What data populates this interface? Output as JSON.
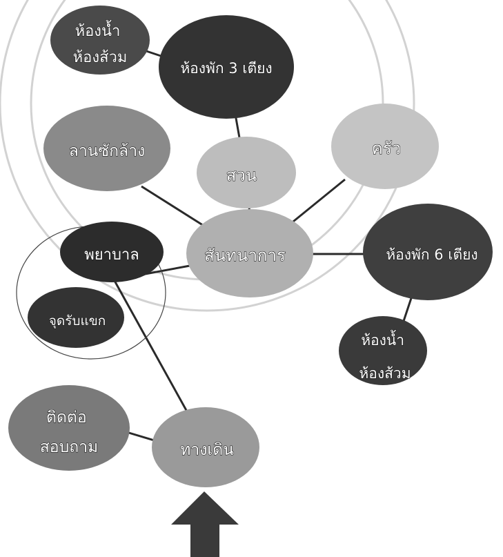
{
  "diagram": {
    "nodes": {
      "bathroom_top": {
        "lines": [
          "ห้องน้ำ",
          "ห้องส้วม"
        ],
        "fill": "#4a4a4a"
      },
      "bedroom3": {
        "lines": [
          "ห้องพัก 3 เตียง"
        ],
        "fill": "#333333"
      },
      "courtyard": {
        "lines": [
          "ลานซักล้าง"
        ],
        "fill": "#8a8a8a"
      },
      "garden": {
        "lines": [
          "สวน"
        ],
        "fill": "#bdbdbd"
      },
      "kitchen": {
        "lines": [
          "ครัว"
        ],
        "fill": "#c4c4c4"
      },
      "recreation": {
        "lines": [
          "สันทนาการ"
        ],
        "fill": "#b0b0b0"
      },
      "bedroom6": {
        "lines": [
          "ห้องพัก 6 เตียง"
        ],
        "fill": "#3f3f3f"
      },
      "bathroom_right": {
        "lines": [
          "ห้องน้ำ",
          "ห้องส้วม"
        ],
        "fill": "#3a3a3a"
      },
      "nurse": {
        "lines": [
          "พยาบาล"
        ],
        "fill": "#2c2c2c"
      },
      "doctor": {
        "lines": [
          "จุดรับแขก"
        ],
        "fill": "#333333"
      },
      "contact": {
        "lines": [
          "ติดต่อ",
          "สอบถาม"
        ],
        "fill": "#7a7a7a"
      },
      "walkway": {
        "lines": [
          "ทางเดิน"
        ],
        "fill": "#9a9a9a"
      }
    },
    "arrow_fill": "#3a3a3a",
    "line_color": "#2a2a2a"
  }
}
